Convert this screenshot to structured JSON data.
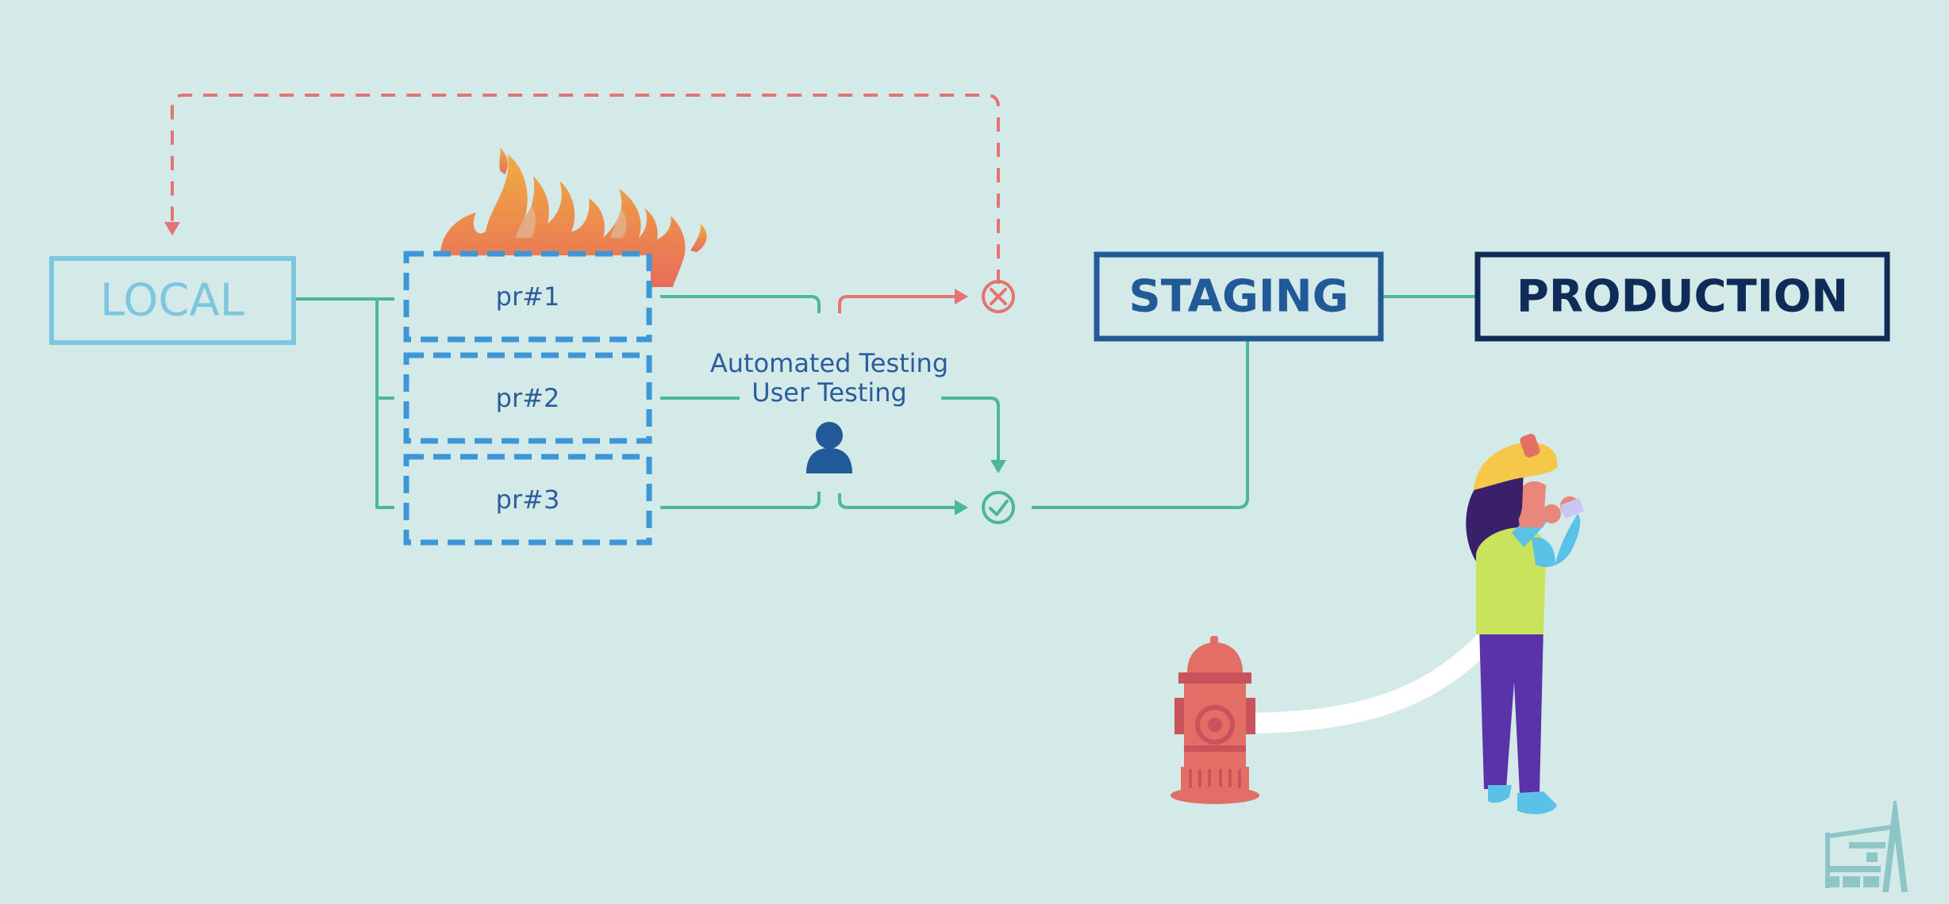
{
  "colors": {
    "background": "#d4eae8",
    "local": "#7ec6e0",
    "pr_box": "#3d97d6",
    "staging": "#215a96",
    "production": "#0e2c57",
    "pass_line": "#4db892",
    "fail_line": "#e57373",
    "text_dark_blue": "#2a5d9b",
    "fire_top": "#f0ad3f",
    "fire_bottom": "#e86c5b",
    "hydrant": "#e16f66",
    "watermark": "#8ec6c8"
  },
  "environments": {
    "local": "LOCAL",
    "staging": "STAGING",
    "production": "PRODUCTION"
  },
  "pull_requests": [
    "pr#1",
    "pr#2",
    "pr#3"
  ],
  "testing": {
    "line1": "Automated Testing",
    "line2": "User Testing"
  },
  "icons": {
    "fail": "x-circle-icon",
    "pass": "check-circle-icon",
    "tester": "user-icon",
    "fire": "fire-icon",
    "hydrant": "fire-hydrant-icon",
    "firefighter": "firefighter-illustration",
    "logo": "construction-crane-logo-icon"
  }
}
